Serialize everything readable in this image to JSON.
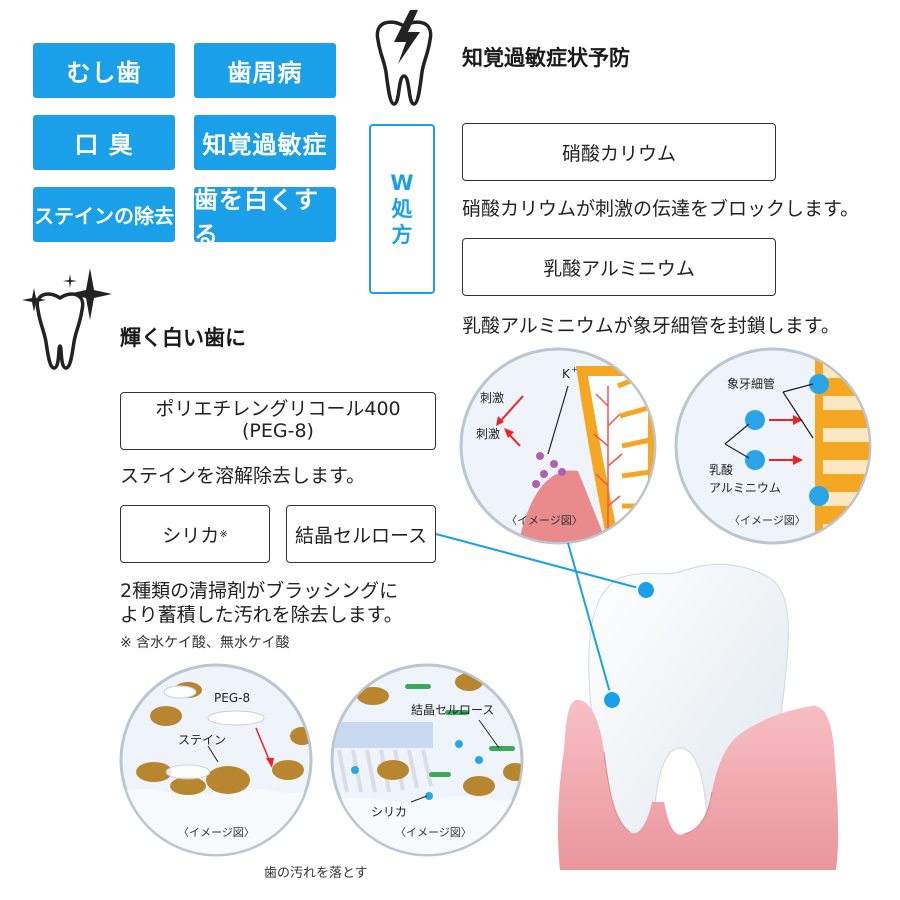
{
  "tags": [
    "むし歯",
    "歯周病",
    "口 臭",
    "知覚過敏症",
    "ステインの除去",
    "歯を白くする"
  ],
  "w_box": [
    "W",
    "処",
    "方"
  ],
  "sensitivity": {
    "heading": "知覚過敏症状予防",
    "ingredient1": "硝酸カリウム",
    "desc1": "硝酸カリウムが刺激の伝達をブロックします。",
    "ingredient2": "乳酸アルミニウム",
    "desc2": "乳酸アルミニウムが象牙細管を封鎖します。",
    "circle1": {
      "label_stim1": "刺激",
      "label_stim2": "刺激",
      "label_k": "K",
      "label_k_sup": "+",
      "caption": "〈イメージ図〉"
    },
    "circle2": {
      "label_tubule": "象牙細管",
      "label_al_1": "乳酸",
      "label_al_2": "アルミニウム",
      "caption": "〈イメージ図〉"
    }
  },
  "whitening": {
    "heading": "輝く白い歯に",
    "ingredient1_line1": "ポリエチレングリコール400",
    "ingredient1_line2": "(PEG-8)",
    "desc1": "ステインを溶解除去します。",
    "ingredient2": "シリカ",
    "ingredient2_mark": "※",
    "ingredient3": "結晶セルロース",
    "desc2_line1": "2種類の清掃剤がブラッシングに",
    "desc2_line2": "より蓄積した汚れを除去します。",
    "footnote": "※ 含水ケイ酸、無水ケイ酸",
    "circle3": {
      "label_peg": "PEG-8",
      "label_stain": "ステイン",
      "caption": "〈イメージ図〉"
    },
    "circle4": {
      "label_cellulose": "結晶セルロース",
      "label_silica": "シリカ",
      "caption": "〈イメージ図〉"
    },
    "bottom_caption": "歯の汚れを落とす"
  },
  "colors": {
    "accent": "#1aa0e8",
    "stain": "#b8862e",
    "gum": "#f0a7ae",
    "dentin_orange": "#f5a623"
  },
  "icons": [
    "tooth-lightning-icon",
    "tooth-sparkle-icon"
  ]
}
